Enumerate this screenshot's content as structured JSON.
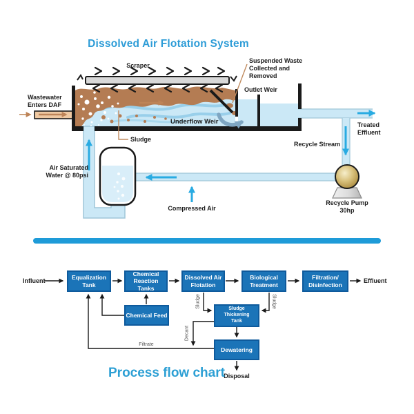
{
  "diagram": {
    "title": "Dissolved Air Flotation System",
    "scraper": "Scraper",
    "suspended_waste": "Suspended Waste\nCollected and\nRemoved",
    "outlet_weir": "Outlet Weir",
    "wastewater_inlet": "Wastewater\nEnters DAF",
    "underflow_weir": "Underflow Weir",
    "sludge": "Sludge",
    "treated_effluent": "Treated\nEffluent",
    "recycle_stream": "Recycle Stream",
    "air_saturated_water": "Air Saturated\nWater @ 80psi",
    "compressed_air": "Compressed Air",
    "recycle_pump": "Recycle Pump\n30hp"
  },
  "flowchart": {
    "title": "Process flow chart",
    "influent": "Influent",
    "effluent": "Effluent",
    "boxes": {
      "equalization": "Equalization\nTank",
      "chem_reaction": "Chemical\nReaction Tanks",
      "daf": "Dissolved Air\nFlotation",
      "biological": "Biological\nTreatment",
      "filtration": "Filtration/\nDisinfection",
      "chem_feed": "Chemical Feed",
      "thickening": "Sludge Thickening\nTank",
      "dewatering": "Dewatering"
    },
    "stream_labels": {
      "sludge_daf": "Sludge",
      "sludge_bio": "Sludge",
      "decant": "Decant",
      "filtrate": "Filtrate",
      "disposal": "Disposal"
    }
  },
  "colors": {
    "title_blue": "#2D9CD7",
    "flow_title_blue": "#2C9FD4",
    "box_blue": "#1B74B8",
    "cyan_arrow": "#29ABE2",
    "water_blue": "#CBE8F6",
    "sludge_brown": "#B47C53",
    "divider_blue": "#1E9BD8",
    "pump_gold": "#C9AC60"
  }
}
